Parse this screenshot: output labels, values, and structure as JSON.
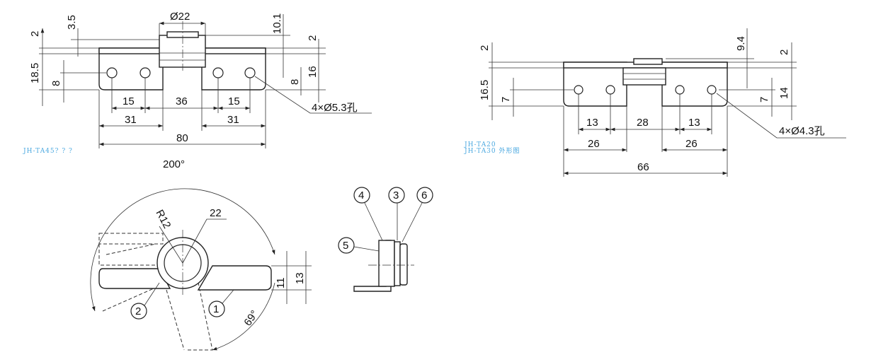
{
  "top_left_view": {
    "dims": {
      "d22": "Ø22",
      "d3_5": "3.5",
      "d2a": "2",
      "d18_5": "18.5",
      "d8a": "8",
      "d10_1": "10.1",
      "d2b": "2",
      "d16": "16",
      "d8b": "8",
      "d15a": "15",
      "d36": "36",
      "d15b": "15",
      "d31a": "31",
      "d31b": "31",
      "d80": "80",
      "holes": "4×Ø5.3孔"
    },
    "caption": "JH-TA45? ? ?"
  },
  "top_right_view": {
    "dims": {
      "d2a": "2",
      "d16_5": "16.5",
      "d7a": "7",
      "d9_4": "9.4",
      "d2b": "2",
      "d7b": "7",
      "d14": "14",
      "d13a": "13",
      "d28": "28",
      "d13b": "13",
      "d26a": "26",
      "d26b": "26",
      "d66": "66",
      "holes": "4×Ø4.3孔"
    },
    "caption_line1": "JH-TA20",
    "caption_line2": "JH-TA30 外形图"
  },
  "rotation_view": {
    "dims": {
      "angle_open": "200°",
      "radius": "R12",
      "d22": "22",
      "d11": "11",
      "d13": "13",
      "angle_69": "69°"
    },
    "labels": [
      "1",
      "2"
    ]
  },
  "side_view": {
    "labels": [
      "3",
      "4",
      "5",
      "6"
    ]
  }
}
